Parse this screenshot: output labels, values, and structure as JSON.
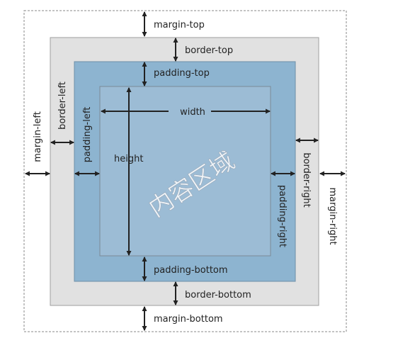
{
  "labels": {
    "margin_top": "margin-top",
    "border_top": "border-top",
    "padding_top": "padding-top",
    "width": "width",
    "height": "height",
    "margin_left": "margin-left",
    "border_left": "border-left",
    "padding_left": "padding-left",
    "padding_right": "padding-right",
    "border_right": "border-right",
    "margin_right": "margin-right",
    "padding_bottom": "padding-bottom",
    "border_bottom": "border-bottom",
    "margin_bottom": "margin-bottom",
    "content_area": "内容区域"
  },
  "colors": {
    "margin_outline": "#8a8a8a",
    "border_fill": "#e1e1e1",
    "border_outline": "#9e9e9e",
    "padding_fill": "#8db4d0",
    "padding_outline": "#6d8fa8",
    "content_fill": "#9cbcd5",
    "content_outline": "#7a8a96",
    "arrow": "#222222"
  }
}
